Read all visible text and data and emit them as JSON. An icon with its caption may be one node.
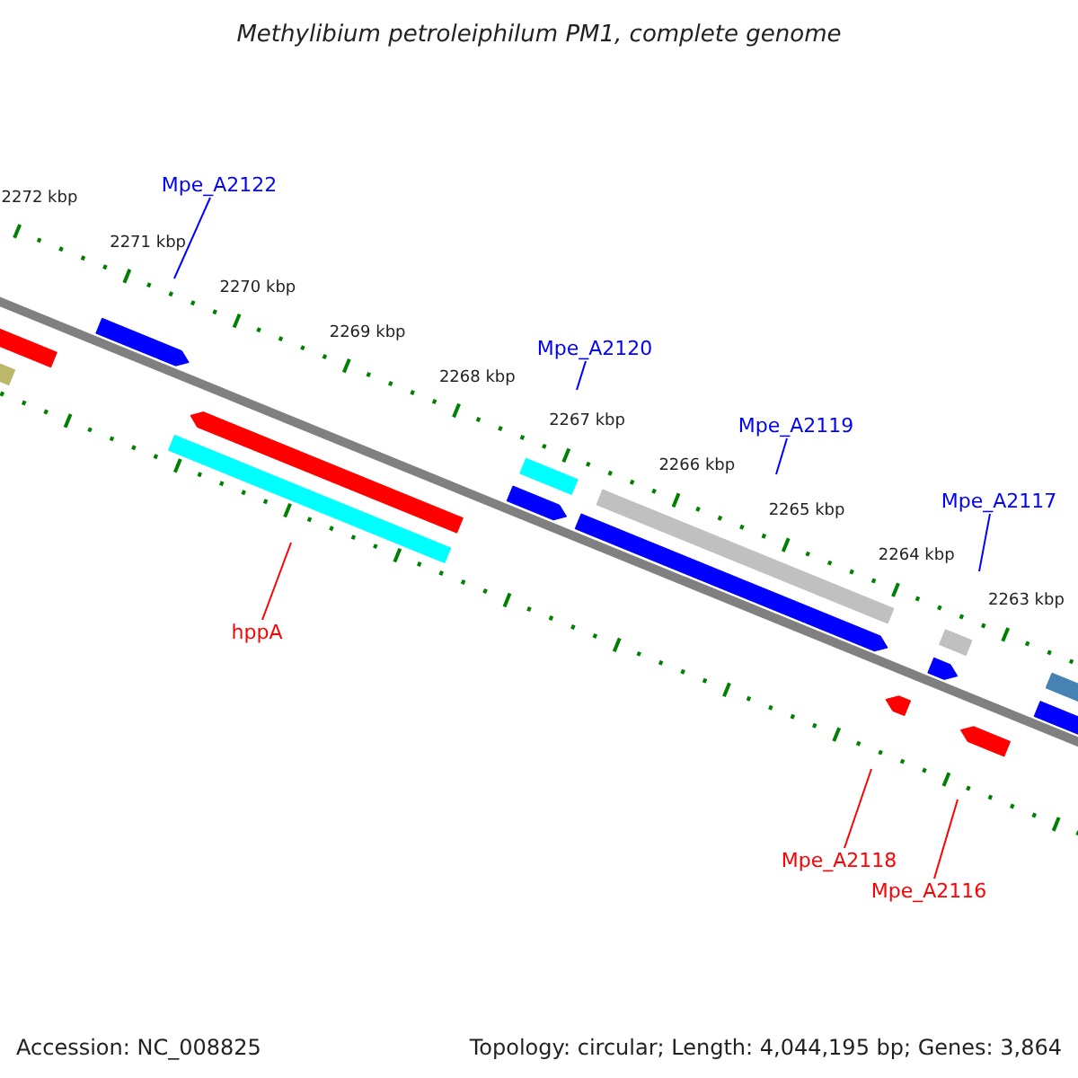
{
  "diagram": {
    "title": "Methylibium petroleiphilum PM1, complete genome",
    "nodes": [
      {
        "text": [
          "Mpe_A2122"
        ]
      },
      {
        "text": [
          "Mpe_A2120"
        ]
      },
      {
        "text": [
          "Mpe_A2119"
        ]
      },
      {
        "text": [
          "Mpe_A2117"
        ]
      },
      {
        "text": [
          "hppA"
        ]
      },
      {
        "text": [
          "Mpe_A2118"
        ]
      },
      {
        "text": [
          "Mpe_A2116"
        ]
      }
    ],
    "edges": [
      {
        "from": 0,
        "to": null,
        "arrow": "none"
      },
      {
        "from": 1,
        "to": null,
        "arrow": "none"
      },
      {
        "from": 2,
        "to": null,
        "arrow": "none"
      },
      {
        "from": 3,
        "to": null,
        "arrow": "none"
      },
      {
        "from": 4,
        "to": null,
        "arrow": "none",
        "color": "#ff0000"
      },
      {
        "from": 5,
        "to": null,
        "arrow": "none",
        "color": "#ff0000"
      },
      {
        "from": 6,
        "to": null,
        "arrow": "none",
        "color": "#ff0000"
      }
    ],
    "labels": [
      "2272 kbp",
      "2271 kbp",
      "2270 kbp",
      "2269 kbp",
      "2268 kbp",
      "2267 kbp",
      "2266 kbp",
      "2265 kbp",
      "2264 kbp",
      "2263 kbp",
      "Accession: NC_008825",
      "Topology: circular; Length: 4,044,195 bp; Genes: 3,864"
    ]
  }
}
